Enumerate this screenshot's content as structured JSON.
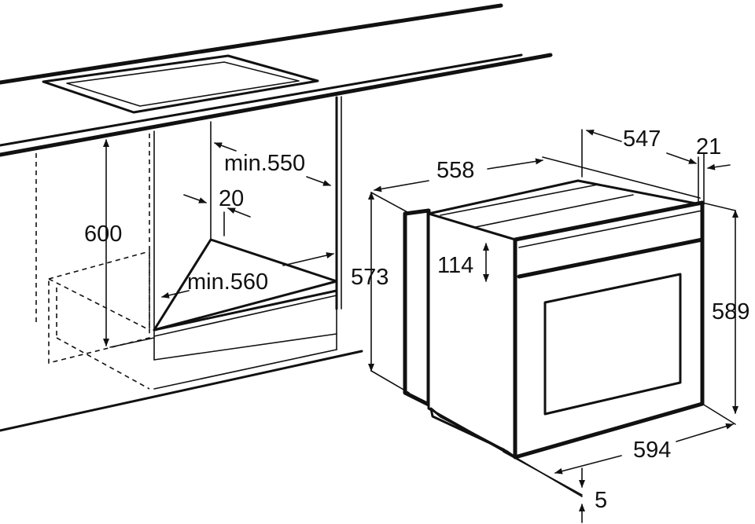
{
  "dimensions": {
    "cabinet_height": "600",
    "niche_depth": "min.550",
    "gap": "20",
    "niche_width": "min.560",
    "oven_depth_total": "558",
    "oven_body_depth": "547",
    "front_offset": "21",
    "oven_height_body": "573",
    "control_panel_height": "114",
    "front_height": "589",
    "front_width": "594",
    "bottom_offset": "5"
  }
}
